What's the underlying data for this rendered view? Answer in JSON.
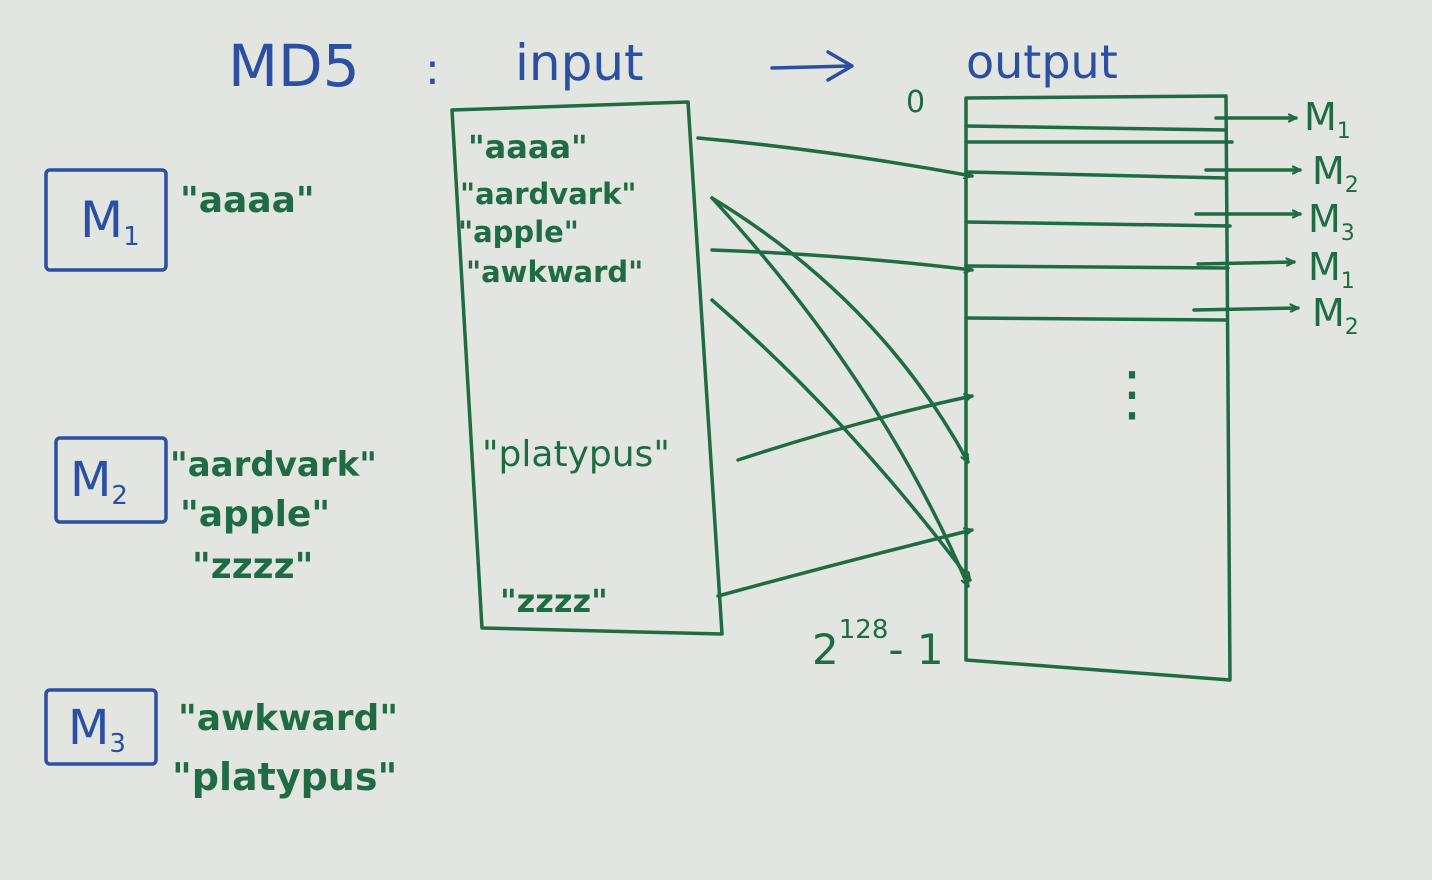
{
  "title": {
    "main": "MD5",
    "colon": ":",
    "input": "input",
    "arrow": "→",
    "output": "output"
  },
  "input_box": {
    "items": [
      "\"aaaa\"",
      "\"aardvark\"",
      "\"apple\"",
      "\"awkward\"",
      "\"platypus\"",
      "\"zzzz\""
    ]
  },
  "output_box": {
    "top_label": "0",
    "bottom_base": "2",
    "bottom_exponent": "128",
    "bottom_minus": "- 1",
    "ellipsis": "⋮"
  },
  "output_labels": [
    "M1",
    "M2",
    "M3",
    "M1",
    "M2"
  ],
  "groups": [
    {
      "label": "M1",
      "items": [
        "\"aaaa\""
      ]
    },
    {
      "label": "M2",
      "items": [
        "\"aardvark\"",
        "\"apple\"",
        "\"zzzz\""
      ]
    },
    {
      "label": "M3",
      "items": [
        "\"awkward\"",
        "\"platypus\""
      ]
    }
  ],
  "colors": {
    "background": "#e3e5e0",
    "blue_ink": "#2a4fa3",
    "green_ink": "#1f6b45"
  }
}
